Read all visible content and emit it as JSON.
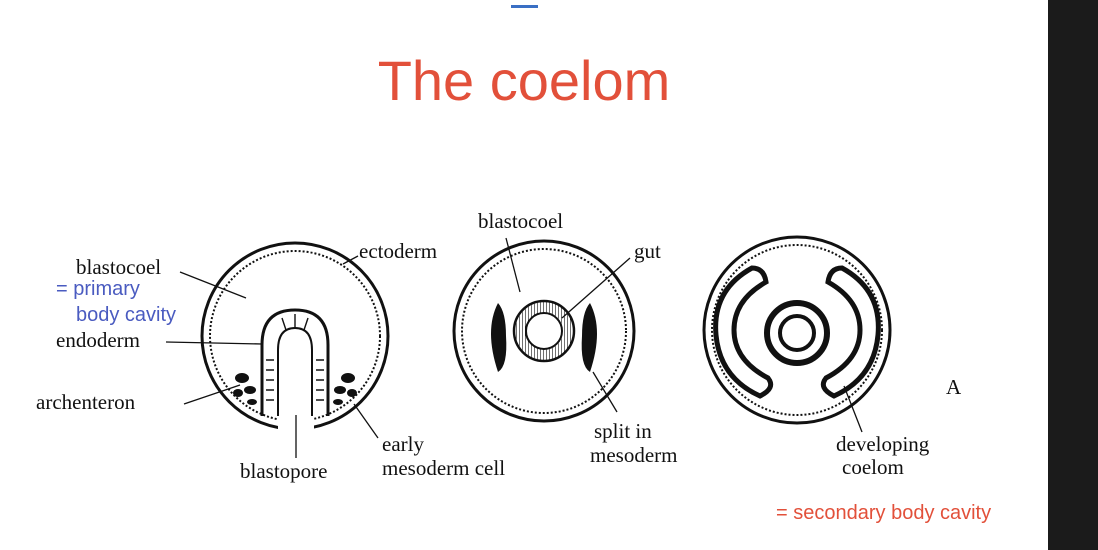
{
  "slide": {
    "title": "The coelom"
  },
  "diagram": {
    "labels": {
      "blastocoel_left": "blastocoel",
      "primary_line1": "= primary",
      "primary_line2": "body cavity",
      "endoderm": "endoderm",
      "archenteron": "archenteron",
      "ectoderm": "ectoderm",
      "blastopore": "blastopore",
      "early_line1": "early",
      "early_line2": "mesoderm cell",
      "blastocoel_mid": "blastocoel",
      "gut": "gut",
      "split_line1": "split in",
      "split_line2": "mesoderm",
      "developing_line1": "developing",
      "developing_line2": "coelom",
      "letter_a": "A",
      "secondary_note": "= secondary body cavity"
    }
  },
  "colors": {
    "title": "#e2503a",
    "annotation_blue": "#4a5bc0",
    "annotation_red": "#e2503a",
    "ink": "#111111"
  }
}
